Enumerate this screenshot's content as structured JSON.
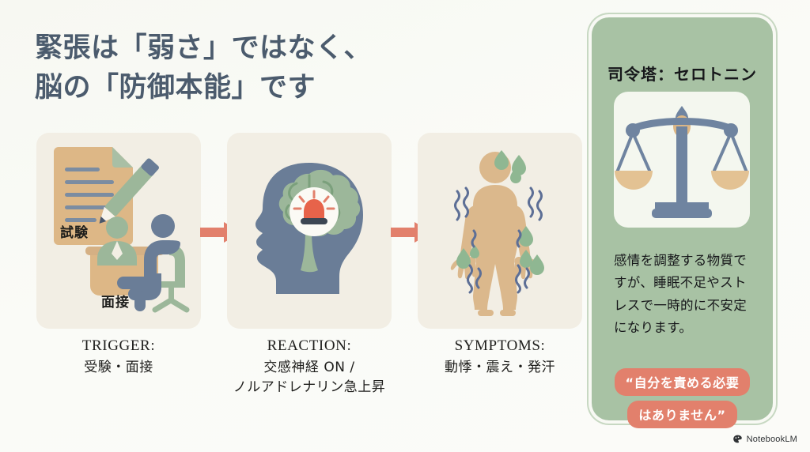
{
  "title": {
    "line1": "緊張は「弱さ」ではなく、",
    "line2": "脳の「防御本能」です",
    "color": "#4b5b6d"
  },
  "flow": {
    "arrow_color": "#e2806c",
    "panel_bg": "#f2eee4",
    "panels": [
      {
        "id": "trigger",
        "icon": "exam-document-and-interview-icon",
        "inline_labels": {
          "exam": "試験",
          "interview": "面接"
        }
      },
      {
        "id": "reaction",
        "icon": "brain-head-alarm-icon",
        "inline_labels": {}
      },
      {
        "id": "symptoms",
        "icon": "sweating-trembling-body-icon",
        "inline_labels": {}
      }
    ],
    "captions": [
      {
        "head": "TRIGGER:",
        "sub1": "受験・面接",
        "sub2": ""
      },
      {
        "head": "REACTION:",
        "sub1": "交感神経 ON /",
        "sub2": "ノルアドレナリン急上昇"
      },
      {
        "head": "SYMPTOMS:",
        "sub1": "動悸・震え・発汗",
        "sub2": ""
      }
    ]
  },
  "sidebar": {
    "title": "司令塔：セロトニン",
    "icon": "balance-scale-icon",
    "body": "感情を調整する物質ですが、睡眠不足やストレスで一時的に不安定になります。",
    "quote_line1": "“自分を責める必要",
    "quote_line2": "はありません”",
    "bg_color": "#a8c2a4",
    "pill_color": "#e2806c"
  },
  "watermark": {
    "label": "NotebookLM"
  }
}
